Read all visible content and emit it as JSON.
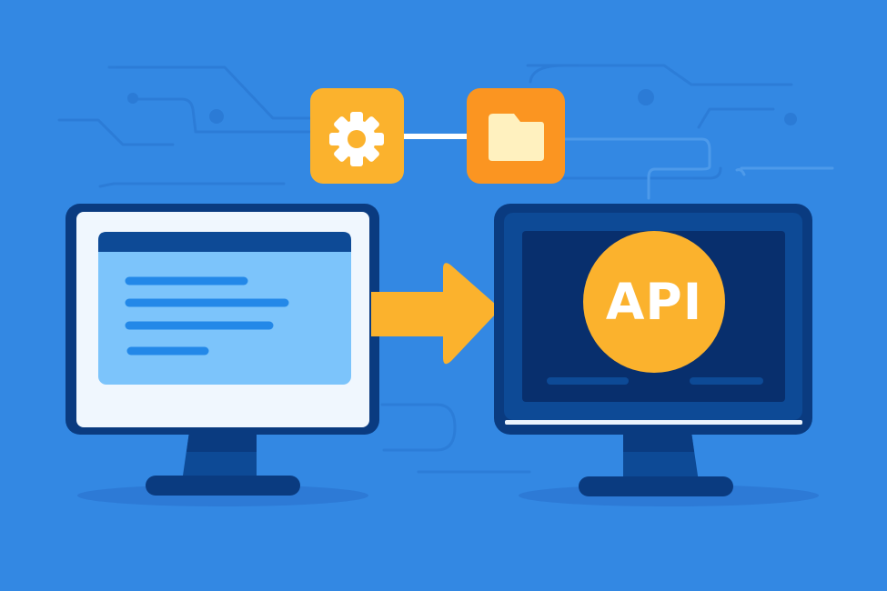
{
  "scene": {
    "description": "Illustration of a client computer sending data to an API server",
    "background_color": "#3388e3"
  },
  "icons": {
    "settings": {
      "name": "gear-icon",
      "color": "#fbb22d"
    },
    "folder": {
      "name": "folder-icon",
      "color": "#fb9521"
    }
  },
  "client_monitor": {
    "screen_color": "#f0f7fe",
    "window_color": "#7cc4fb",
    "titlebar_color": "#0d4a96"
  },
  "server_monitor": {
    "badge_label": "API",
    "badge_color": "#fbb22d"
  },
  "arrow": {
    "color": "#fbb22d",
    "direction": "right"
  }
}
